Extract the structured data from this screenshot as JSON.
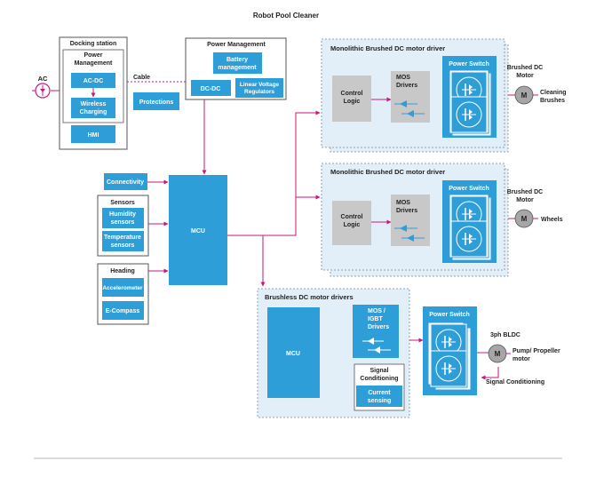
{
  "title": "Robot Pool Cleaner",
  "colors": {
    "blue": "#2e9ed8",
    "magenta": "#c8197f",
    "light_bg": "#e2eef8",
    "dashed": "#7a8a99",
    "gray": "#c8c8c8",
    "motor": "#a6a6a6"
  },
  "ac": {
    "label": "AC"
  },
  "docking": {
    "title": "Docking station",
    "pm_title": "Power\nManagement",
    "acdc": "AC-DC",
    "wireless": "Wireless\nCharging",
    "hmi": "HMI"
  },
  "cable": "Cable",
  "protections": "Protections",
  "power_mgmt": {
    "title": "Power Management",
    "battery": "Battery\nmanagement",
    "dcdc": "DC-DC",
    "linear": "Linear Voltage\nRegulators"
  },
  "connectivity": "Connectivity",
  "sensors": {
    "title": "Sensors",
    "humidity": "Humidity\nsensors",
    "temperature": "Temperature\nsensors"
  },
  "heading": {
    "title": "Heading",
    "accelerometer": "Accelerometer",
    "ecompass": "E-Compass"
  },
  "mcu": "MCU",
  "driver1": {
    "title": "Monolithic Brushed DC motor driver",
    "control": "Control\nLogic",
    "mos": "MOS\nDrivers",
    "switch": "Power Switch",
    "motor_label": "Brushed DC\nMotor",
    "motor_glyph": "M",
    "load": "Cleaning\nBrushes"
  },
  "driver2": {
    "title": "Monolithic Brushed DC motor driver",
    "control": "Control\nLogic",
    "mos": "MOS\nDrivers",
    "switch": "Power Switch",
    "motor_label": "Brushed DC\nMotor",
    "motor_glyph": "M",
    "load": "Wheels"
  },
  "bldc": {
    "title": "Brushless DC motor drivers",
    "mcu": "MCU",
    "mos": "MOS /\nIGBT\nDrivers",
    "signal": "Signal\nConditioning",
    "current": "Current\nsensing",
    "switch": "Power Switch",
    "motor_label": "3ph BLDC",
    "motor_glyph": "M",
    "load": "Pump/ Propeller\nmotor",
    "feedback": "Signal Conditioning"
  }
}
